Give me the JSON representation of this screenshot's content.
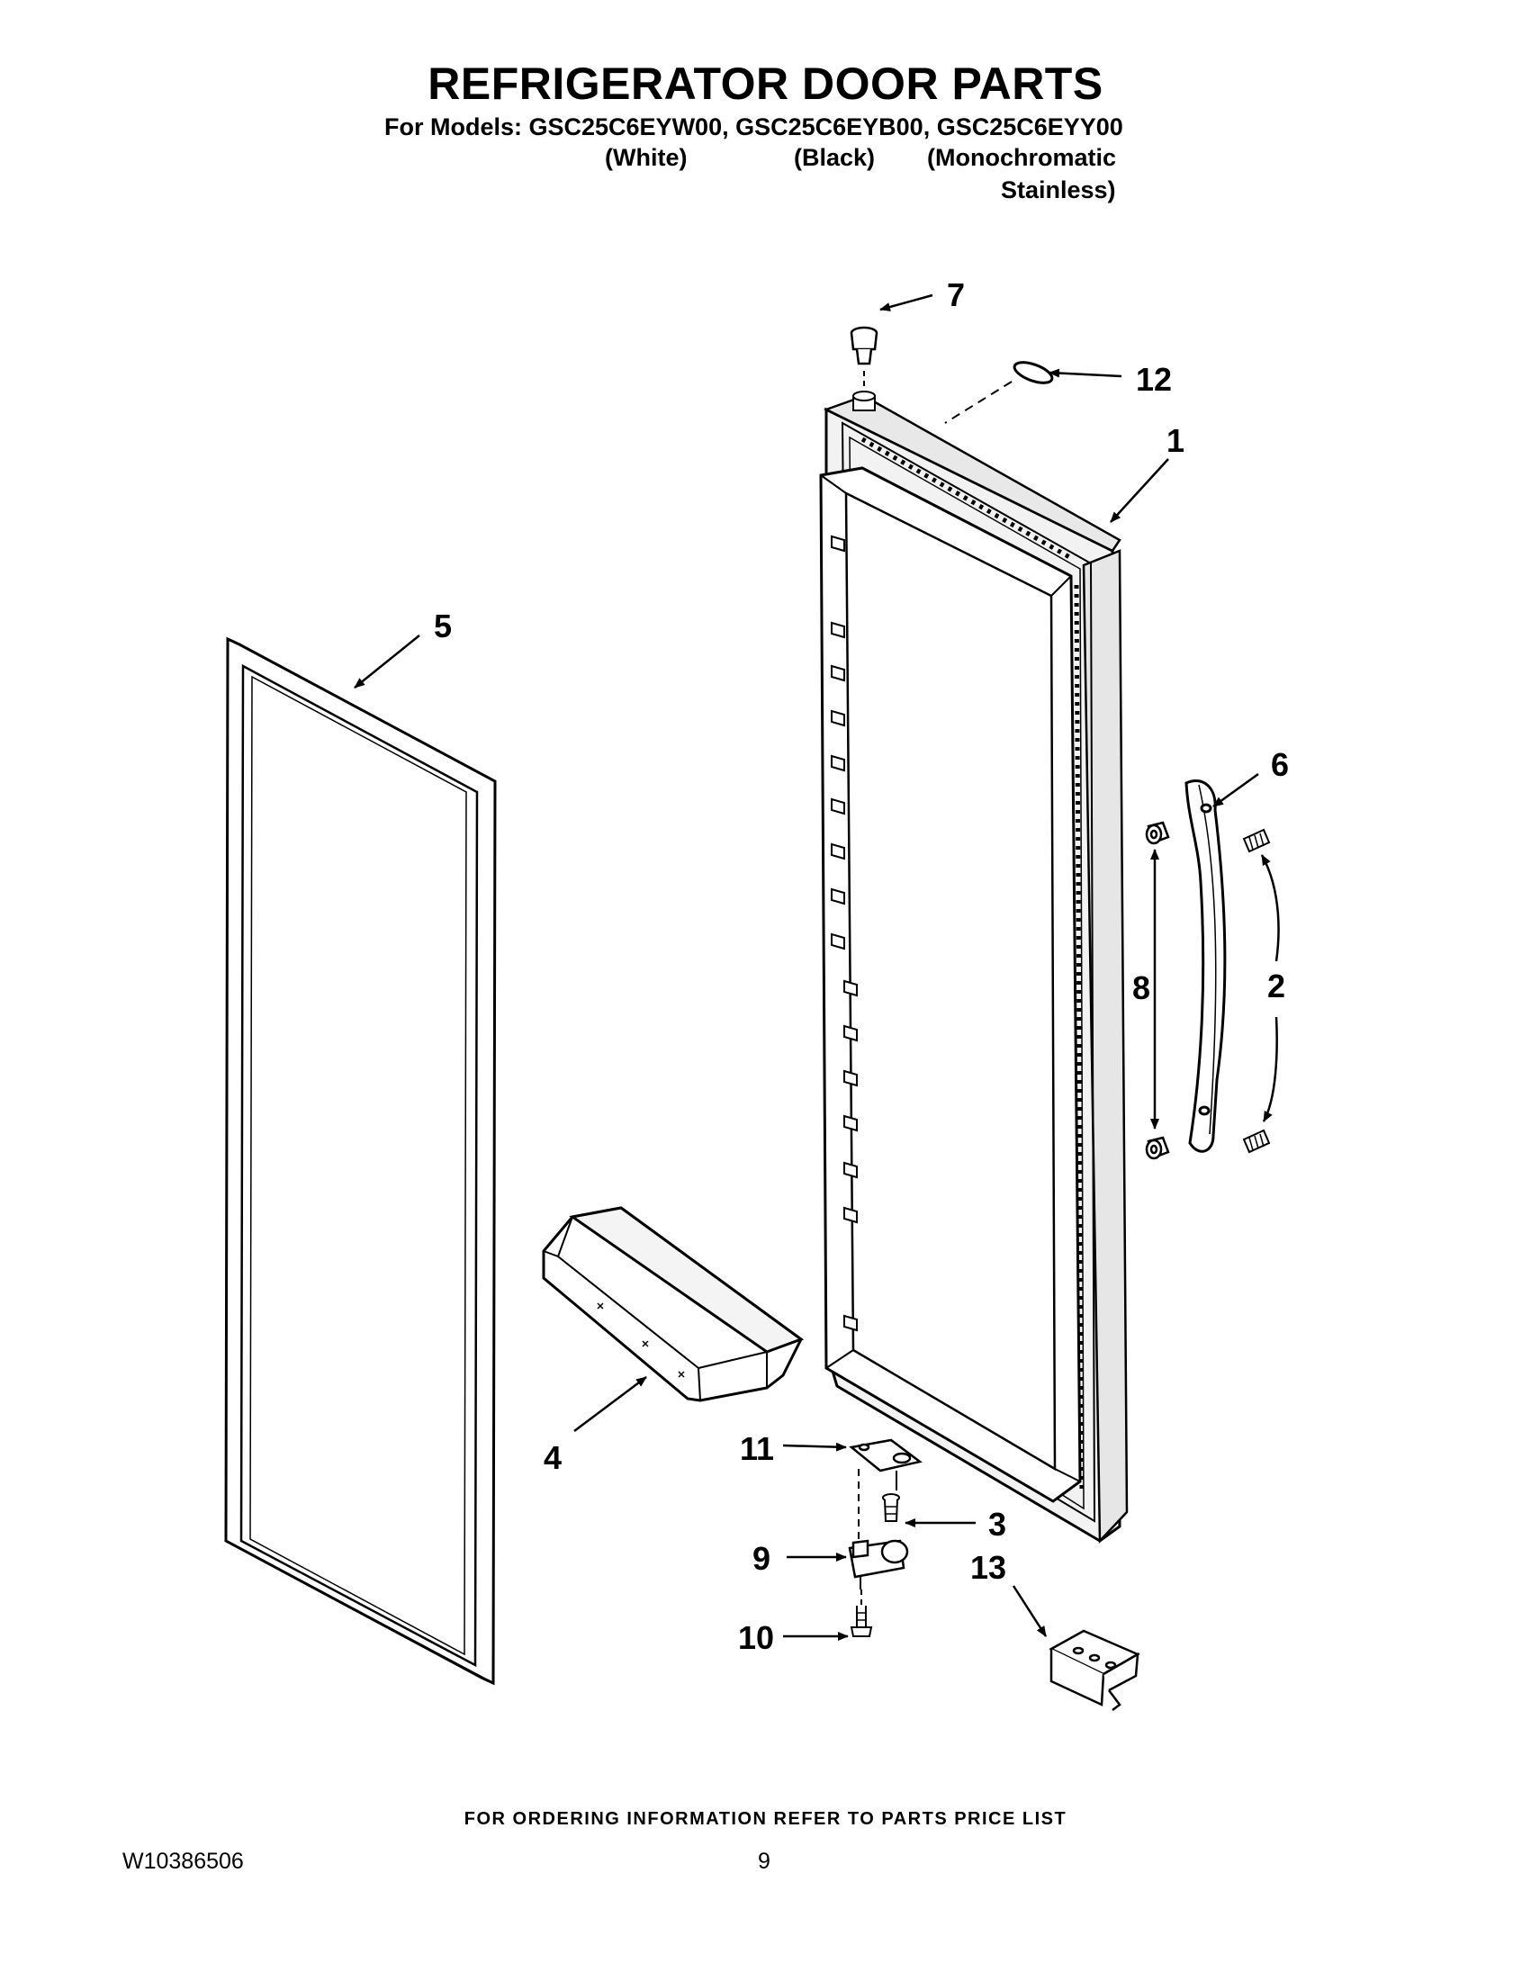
{
  "header": {
    "title": "REFRIGERATOR DOOR PARTS",
    "models_line": "For Models: GSC25C6EYW00, GSC25C6EYB00, GSC25C6EYY00",
    "variants": [
      "(White)",
      "(Black)",
      "(Monochromatic",
      "Stainless)"
    ]
  },
  "callouts": [
    "1",
    "2",
    "3",
    "4",
    "5",
    "6",
    "7",
    "8",
    "9",
    "10",
    "11",
    "12",
    "13"
  ],
  "footer": {
    "ordering_note": "FOR ORDERING INFORMATION REFER TO PARTS PRICE LIST",
    "document_number": "W10386506",
    "page_number": "9"
  }
}
